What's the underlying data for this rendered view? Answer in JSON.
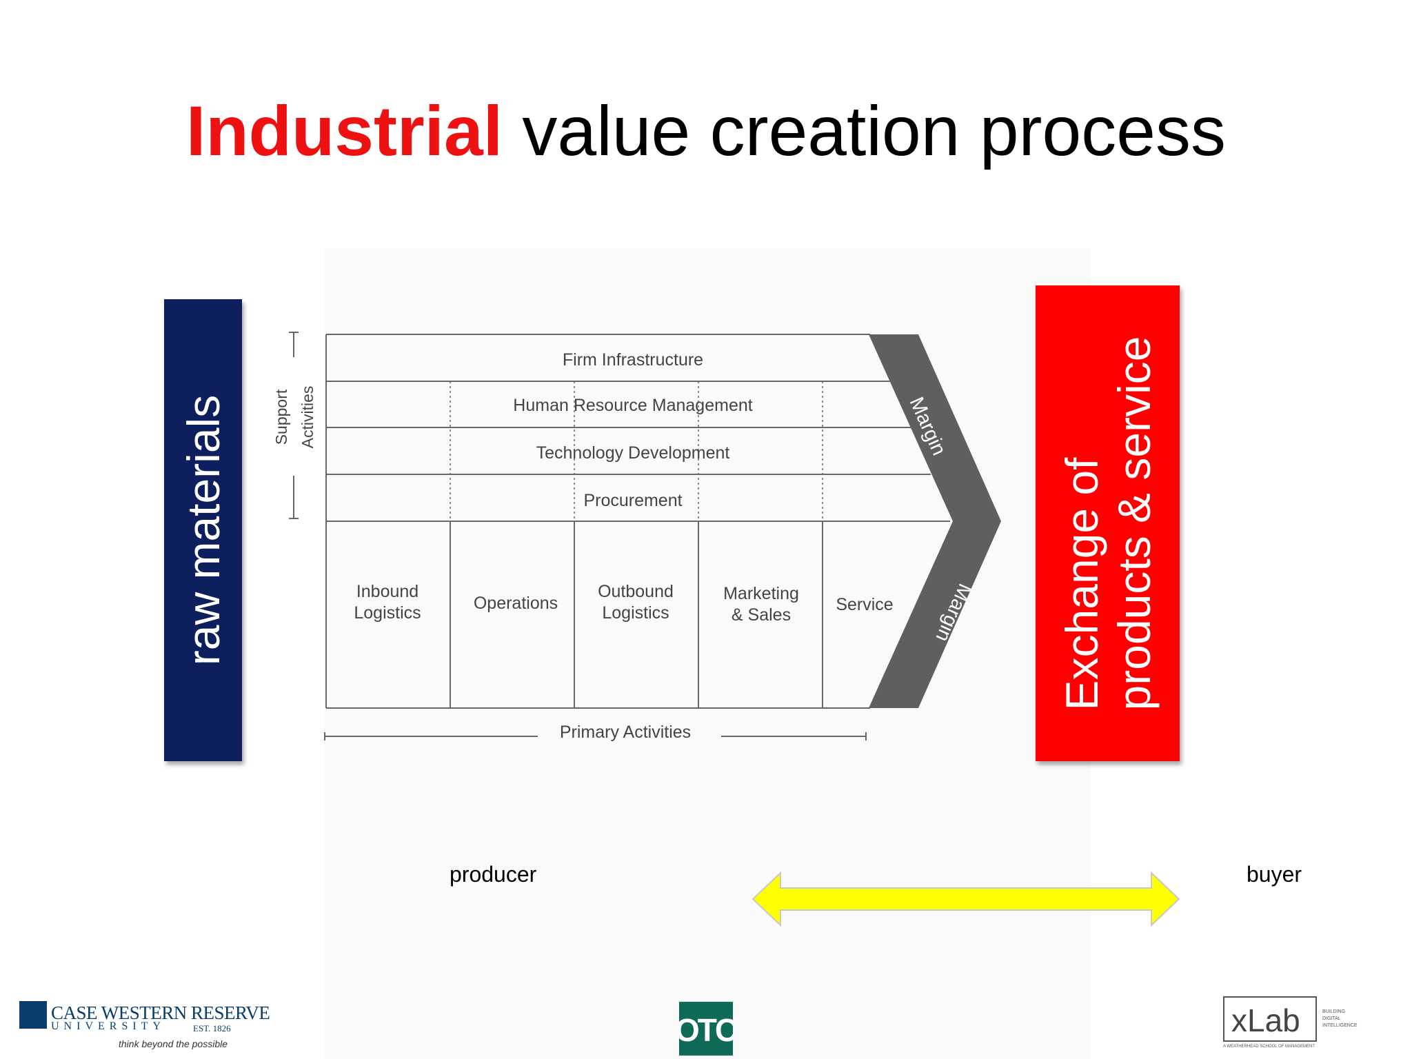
{
  "title": {
    "highlight": "Industrial",
    "rest": "value creation process"
  },
  "left_box": {
    "label": "raw materials"
  },
  "right_box": {
    "line1": "Exchange of",
    "line2": "products & service"
  },
  "value_chain": {
    "support_label_1": "Support",
    "support_label_2": "Activities",
    "support_rows": [
      "Firm Infrastructure",
      "Human Resource Management",
      "Technology Development",
      "Procurement"
    ],
    "primary_columns": [
      [
        "Inbound",
        "Logistics"
      ],
      [
        "Operations"
      ],
      [
        "Outbound",
        "Logistics"
      ],
      [
        "Marketing",
        "& Sales"
      ],
      [
        "Service"
      ]
    ],
    "margin_upper": "Margin",
    "margin_lower": "Margin",
    "primary_label": "Primary Activities"
  },
  "flow": {
    "producer": "producer",
    "buyer": "buyer"
  },
  "logos": {
    "cwru_name": "CASE WESTERN RESERVE",
    "cwru_university": "UNIVERSITY",
    "cwru_est": "EST. 1826",
    "cwru_tagline": "think beyond the possible",
    "center_logo": "OTC",
    "xlab": "xLab",
    "xlab_side": "BUILDING DIGITAL INTELLIGENCE",
    "xlab_foot": "A WEATHERHEAD SCHOOL OF MANAGEMENT"
  },
  "colors": {
    "accent_red": "#ee1111",
    "navy": "#0e1f5e",
    "box_red": "#ff0000",
    "arrow_yellow": "#ffff00",
    "margin_gray": "#5f5f5f"
  }
}
